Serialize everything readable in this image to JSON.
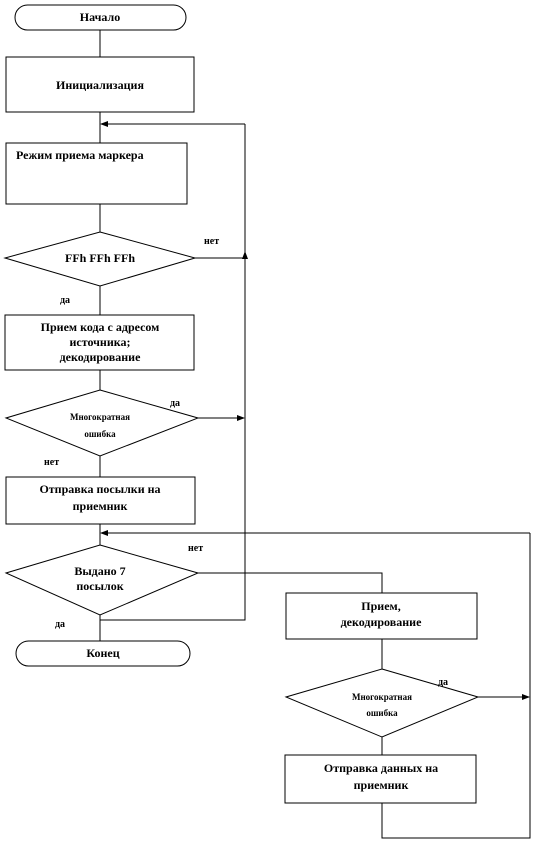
{
  "nodes": {
    "start": "Начало",
    "init": "Инициализация",
    "marker_mode": "Режим приема маркера",
    "check_ffh": "FFh FFh FFh",
    "receive_code": [
      "Прием кода с адресом",
      "источника;",
      "декодирование"
    ],
    "multi_error_1": [
      "Многократная",
      "ошибка"
    ],
    "send_packet": [
      "Отправка посылки на",
      "приемник"
    ],
    "issued_7": [
      "Выдано 7",
      "посылок"
    ],
    "end": "Конец",
    "receive_decode": [
      "Прием,",
      "декодирование"
    ],
    "multi_error_2": [
      "Многократная",
      "ошибка"
    ],
    "send_data": [
      "Отправка данных на",
      "приемник"
    ]
  },
  "edge_labels": {
    "ffh_no": "нет",
    "ffh_yes": "да",
    "err1_yes": "да",
    "err1_no": "нет",
    "issued_no": "нет",
    "issued_yes": "да",
    "err2_yes": "да"
  }
}
